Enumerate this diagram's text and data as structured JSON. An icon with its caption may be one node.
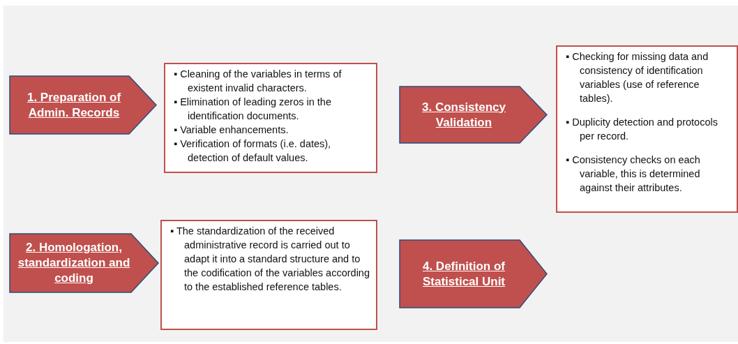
{
  "diagram": {
    "nodes": [
      {
        "text": [
          "1. Preparation of Admin. Records"
        ]
      },
      {
        "text": [
          "▪ Cleaning of the variables in terms of existent invalid characters.",
          "▪ Elimination of leading zeros in the identification documents.",
          "▪ Variable enhancements.",
          "▪ Verification of formats (i.e. dates), detection of default values."
        ]
      },
      {
        "text": [
          "3. Consistency Validation"
        ]
      },
      {
        "text": [
          "▪ Checking for missing data and consistency of identification variables (use of reference tables).",
          "▪ Duplicity detection and protocols per record.",
          "▪ Consistency checks on each variable, this is determined against their attributes."
        ]
      },
      {
        "text": [
          "2. Homologation, standardization and coding"
        ]
      },
      {
        "text": [
          "▪ The standardization of the received administrative record is carried out to adapt it into a standard structure and to the codification of the variables according to the established reference tables."
        ]
      },
      {
        "text": [
          "4. Definition of Statistical Unit"
        ]
      }
    ],
    "edges": []
  }
}
